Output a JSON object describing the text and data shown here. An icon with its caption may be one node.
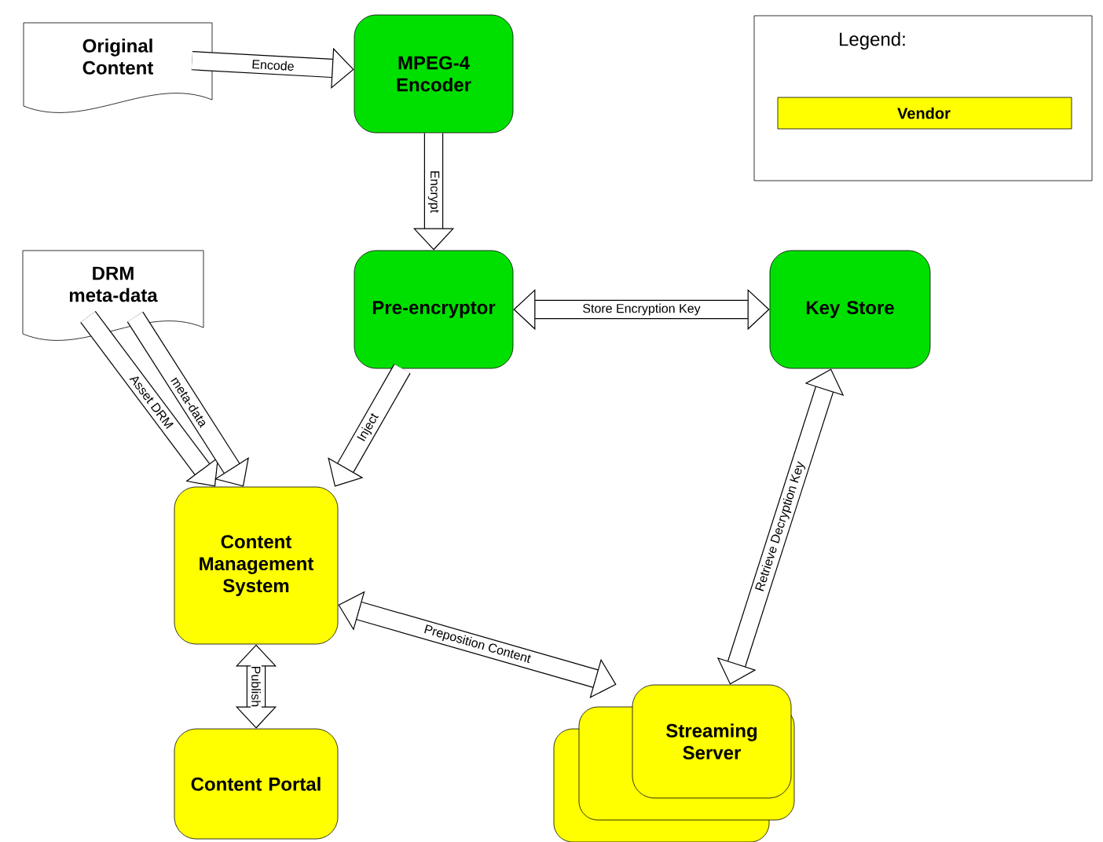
{
  "diagram": {
    "nodes": [
      {
        "text": [
          "Original Content"
        ]
      },
      {
        "text": [
          "MPEG-4 Encoder"
        ]
      },
      {
        "text": [
          "DRM meta-data"
        ]
      },
      {
        "text": [
          "Pre-encryptor"
        ]
      },
      {
        "text": [
          "Key Store"
        ]
      },
      {
        "text": [
          "Content Management System"
        ]
      },
      {
        "text": [
          "Streaming Server"
        ]
      },
      {
        "text": [
          "Content Portal"
        ]
      }
    ],
    "edges": [
      {
        "from": 0,
        "to": 1,
        "arrow": "to",
        "label": "Encode"
      },
      {
        "from": 1,
        "to": 3,
        "arrow": "to",
        "label": "Encrypt"
      },
      {
        "from": 3,
        "to": 4,
        "arrow": "both",
        "label": "Store Encryption Key"
      },
      {
        "from": 2,
        "to": 5,
        "arrow": "to",
        "label": "Asset DRM"
      },
      {
        "from": 2,
        "to": 5,
        "arrow": "to",
        "label": "meta-data"
      },
      {
        "from": 3,
        "to": 5,
        "arrow": "to",
        "label": "Inject"
      },
      {
        "from": 4,
        "to": 6,
        "arrow": "both",
        "label": "Retrieve Decryption Key"
      },
      {
        "from": 5,
        "to": 6,
        "arrow": "both",
        "label": "Preposition Content"
      },
      {
        "from": 5,
        "to": 7,
        "arrow": "both",
        "label": "Publish"
      }
    ],
    "labels": [
      "Legend:"
    ],
    "legend": [
      {
        "text": "Vendor",
        "color": "#ffff00"
      }
    ]
  }
}
